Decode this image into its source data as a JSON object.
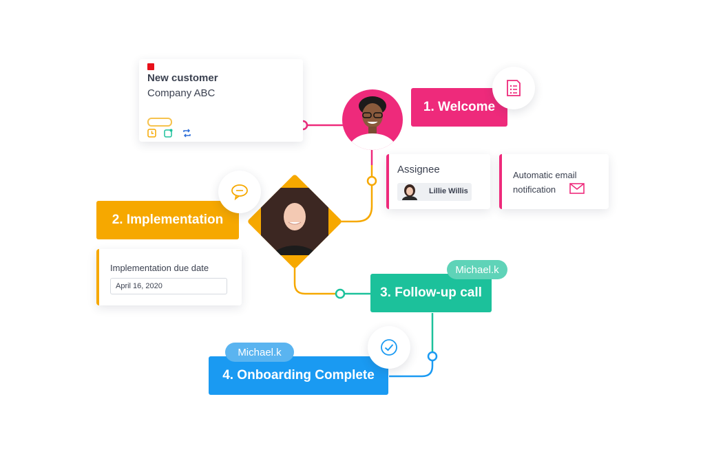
{
  "colors": {
    "pink": "#ee2a7b",
    "orange": "#f6a800",
    "teal": "#1cc19b",
    "blue": "#1a9af2",
    "tag_blue": "#5ab4f0",
    "tag_teal": "#5fd3b8",
    "red": "#e8101a",
    "text_dark": "#3b4150"
  },
  "customer_card": {
    "title": "New customer",
    "subtitle": "Company ABC",
    "icons": [
      "clock-icon",
      "note-icon",
      "repeat-icon"
    ]
  },
  "steps": {
    "welcome": "1. Welcome",
    "implementation": "2. Implementation",
    "follow_up": "3. Follow-up call",
    "onboarding": "4. Onboarding Complete"
  },
  "assignee_card": {
    "label": "Assignee",
    "person": "Lillie Willis"
  },
  "email_card": {
    "line1": "Automatic email",
    "line2": "notification"
  },
  "due_card": {
    "label": "Implementation due date",
    "date": "April 16, 2020"
  },
  "tags": {
    "follow_up_user": "Michael.k",
    "onboarding_user": "Michael.k"
  }
}
